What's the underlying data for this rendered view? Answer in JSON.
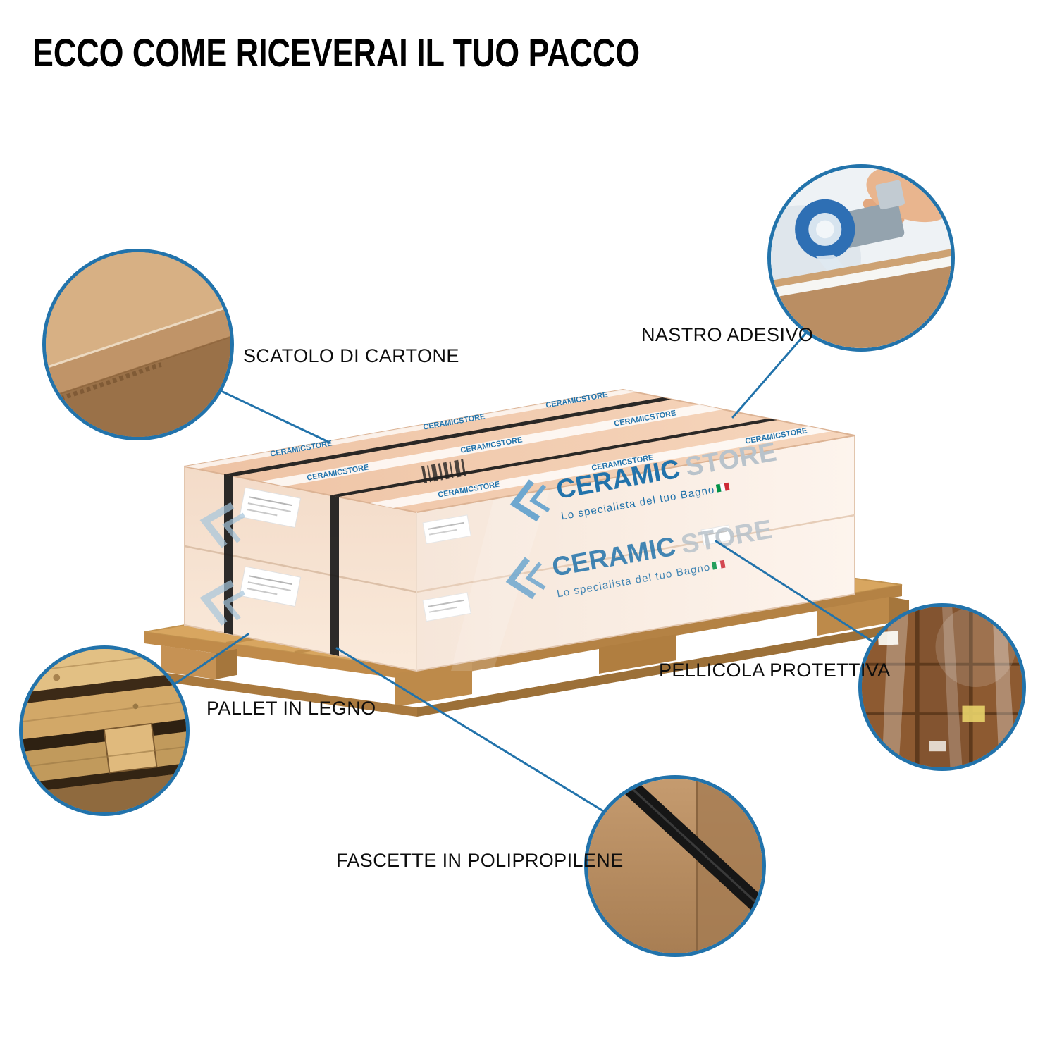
{
  "title": "ECCO COME RICEVERAI IL TUO PACCO",
  "callouts": {
    "carton": {
      "label": "SCATOLO DI CARTONE"
    },
    "tape": {
      "label": "NASTRO ADESIVO"
    },
    "film": {
      "label": "PELLICOLA PROTETTIVA"
    },
    "pallet": {
      "label": "PALLET IN LEGNO"
    },
    "straps": {
      "label": "FASCETTE IN POLIPROPILENE"
    }
  },
  "brand": {
    "name_primary": "CERAMIC",
    "name_secondary": "STORE",
    "tagline": "Lo specialista del tuo Bagno",
    "tape_text": "CERAMICSTORE"
  },
  "colors": {
    "accent_blue": "#2273ab",
    "box_top": "#f0c9ad",
    "box_front": "#fdf1e8",
    "pallet_wood": "#d8a660",
    "strap_black": "#1a1a1a"
  }
}
